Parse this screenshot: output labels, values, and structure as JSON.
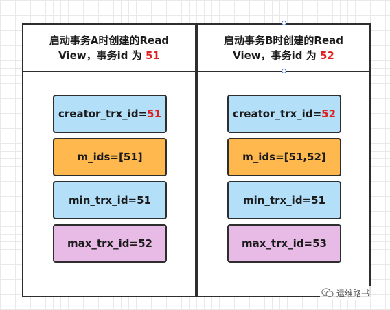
{
  "panels": [
    {
      "header_text": "启动事务A时创建的Read View，事务id 为 ",
      "header_id": "51",
      "boxes": [
        {
          "label": "creator_trx_id=",
          "value": "51",
          "value_red": true,
          "color": "#b3dff9"
        },
        {
          "label": "m_ids=[51]",
          "value": "",
          "value_red": false,
          "color": "#ffb84d"
        },
        {
          "label": "min_trx_id=51",
          "value": "",
          "value_red": false,
          "color": "#b3dff9"
        },
        {
          "label": "max_trx_id=52",
          "value": "",
          "value_red": false,
          "color": "#e8bbe6"
        }
      ]
    },
    {
      "header_text": "启动事务B时创建的Read View，事务id 为 ",
      "header_id": "52",
      "boxes": [
        {
          "label": "creator_trx_id=",
          "value": "52",
          "value_red": true,
          "color": "#b3dff9"
        },
        {
          "label": "m_ids=[51,52]",
          "value": "",
          "value_red": false,
          "color": "#ffb84d"
        },
        {
          "label": "min_trx_id=51",
          "value": "",
          "value_red": false,
          "color": "#b3dff9"
        },
        {
          "label": "max_trx_id=53",
          "value": "",
          "value_red": false,
          "color": "#e8bbe6"
        }
      ]
    }
  ],
  "watermark": {
    "text": "运维路书",
    "icon": "wechat-icon"
  },
  "colors": {
    "red_accent": "#e02020",
    "handle_blue": "#2f7fd8",
    "border": "#2e2e2e"
  }
}
